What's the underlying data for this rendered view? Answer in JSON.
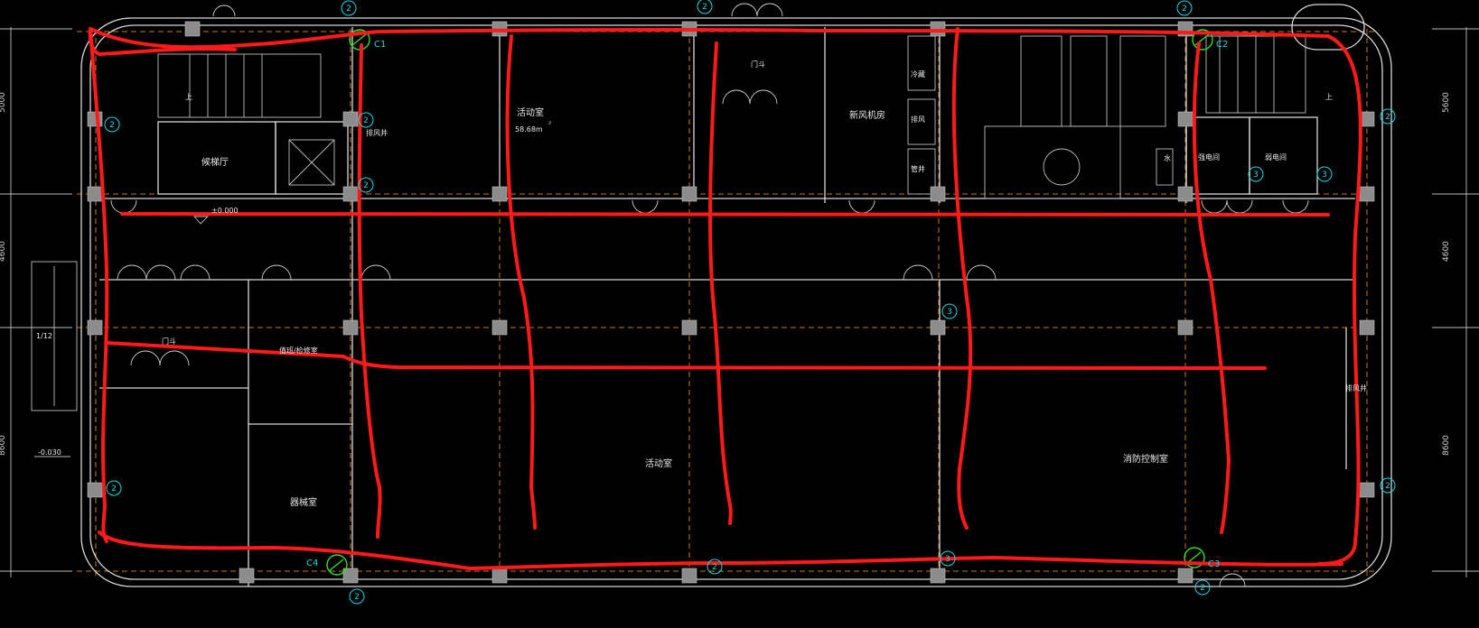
{
  "rooms": {
    "stair_hall": "候梯厅",
    "exhaust_shaft_top": "排风井",
    "activity_room_top": "活动室",
    "activity_room_area": "58.68m",
    "area_unit": "²",
    "vestibule_top": "门斗",
    "fresh_air_room": "新风机房",
    "cold_room": "冷藏",
    "exhaust_room": "排风",
    "shaft_room": "管井",
    "water_room": "水",
    "power_room": "强电间",
    "weak_power_room": "弱电间",
    "vestibule_left": "门斗",
    "duty_room": "值班/检修室",
    "activity_room_bottom": "活动室",
    "fire_control_room": "消防控制室",
    "exhaust_shaft_right": "排风井",
    "equipment_room": "器械室",
    "up_left": "上",
    "up_right": "上"
  },
  "levels": {
    "floor_level": "±0.000",
    "outdoor_level": "-0.030",
    "ramp_slope": "1/12"
  },
  "dimensions": {
    "left": [
      "5000",
      "4600",
      "8600"
    ],
    "right": [
      "5600",
      "4600",
      "8600"
    ]
  },
  "bubbles": [
    "2",
    "2",
    "2",
    "2",
    "2",
    "2",
    "2",
    "2",
    "2",
    "2",
    "3",
    "3",
    "3",
    "3",
    "2",
    "2"
  ],
  "smoke_points": [
    "C1",
    "C2",
    "C3",
    "C4"
  ],
  "colors": {
    "background": "#000000",
    "walls": "#d8d8d8",
    "axis_lines": "#c77a1e",
    "markup": "#ff1a1a",
    "bubble": "#19d8e8",
    "detector": "#33dd33"
  }
}
